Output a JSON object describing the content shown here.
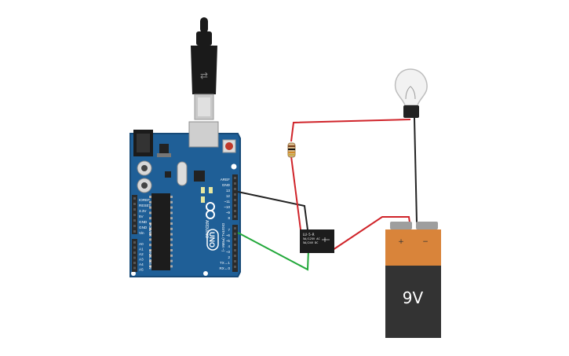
{
  "colors": {
    "board": "#1f5f97",
    "board_edge": "#174a78",
    "header": "#2b2b2b",
    "wire_red": "#d0242a",
    "wire_black": "#222222",
    "wire_green": "#22a83a",
    "battery_top": "#d9843a",
    "battery_body": "#333333",
    "relay": "#1c1c1c",
    "bulb_glass": "#f2f2f2",
    "bulb_base": "#222222"
  },
  "arduino": {
    "brand": "ARDUINO",
    "model": "UNO",
    "power_header_label": "POWER",
    "analog_header_label": "ANALOG IN",
    "digital_header_label": "DIGITAL (PWM ~)",
    "top_pins": [
      "AREF",
      "GND",
      "13",
      "12",
      "~11",
      "~10",
      "~9",
      "8"
    ],
    "bottom_pins": [
      "7",
      "~6",
      "~5",
      "4",
      "~3",
      "2",
      "TX→1",
      "RX←0"
    ],
    "power_pins": [
      "IOREF",
      "RESET",
      "3.3V",
      "5V",
      "GND",
      "GND",
      "Vin"
    ],
    "analog_pins": [
      "A0",
      "A1",
      "A2",
      "A3",
      "A4",
      "A5"
    ]
  },
  "relay": {
    "line1": "LU-5-R",
    "line2": "5A/125V AC",
    "line3": "5A/24V DC"
  },
  "battery": {
    "label": "9V",
    "plus": "+",
    "minus": "−"
  }
}
